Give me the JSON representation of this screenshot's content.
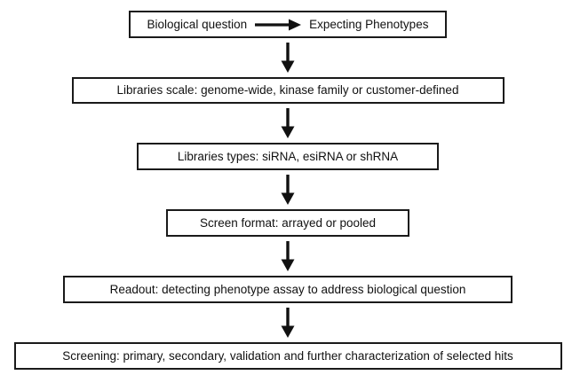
{
  "diagram": {
    "top_box": {
      "left_text": "Biological question",
      "right_text": "Expecting Phenotypes"
    },
    "boxes": [
      "Libraries scale: genome-wide, kinase family or customer-defined",
      "Libraries types: siRNA, esiRNA or shRNA",
      "Screen format: arrayed or pooled",
      "Readout: detecting phenotype assay to address biological question",
      "Screening: primary, secondary, validation and further characterization of selected hits"
    ],
    "icons": {
      "right_arrow": "right-arrow-icon (filled black arrow pointing right)",
      "down_arrow": "down-arrow-icon (filled black arrow pointing down)"
    },
    "colors": {
      "background": "#ffffff",
      "box_fill": "#ffffff",
      "box_border": "#1a1a1a",
      "text": "#111111",
      "arrow": "#111111"
    }
  }
}
